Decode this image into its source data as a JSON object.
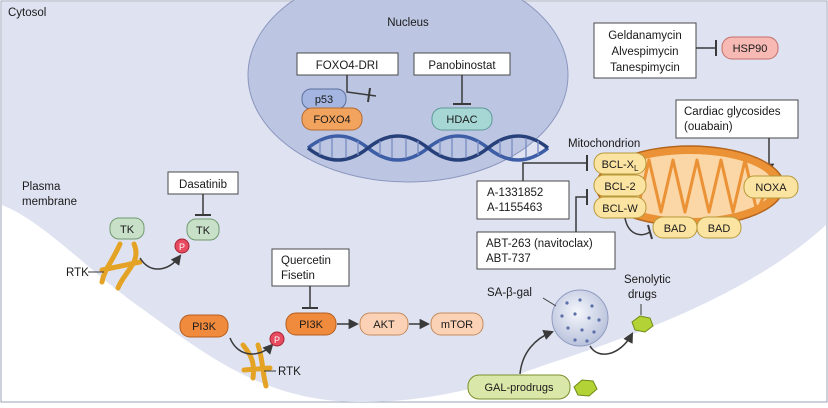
{
  "regions": {
    "cytosol": "Cytosol",
    "nucleus": "Nucleus",
    "plasma_membrane": [
      "Plasma",
      "membrane"
    ],
    "mitochondrion": "Mitochondrion"
  },
  "drugs": {
    "foxo4_dri": "FOXO4-DRI",
    "panobinostat": "Panobinostat",
    "hsp90_inhibitors": [
      "Geldanamycin",
      "Alvespimycin",
      "Tanespimycin"
    ],
    "cardiac_glycosides": [
      "Cardiac glycosides",
      "(ouabain)"
    ],
    "dasatinib": "Dasatinib",
    "a_compounds": [
      "A-1331852",
      "A-1155463"
    ],
    "abt_compounds": [
      "ABT-263 (navitoclax)",
      "ABT-737"
    ],
    "quercetin_fisetin": [
      "Quercetin",
      "Fisetin"
    ],
    "gal_prodrugs": "GAL-prodrugs"
  },
  "nodes": {
    "p53": "p53",
    "foxo4": "FOXO4",
    "hdac": "HDAC",
    "hsp90": "HSP90",
    "bcl_xl": "BCL-X",
    "bcl_xl_sub": "L",
    "bcl_2": "BCL-2",
    "bcl_w": "BCL-W",
    "bad_1": "BAD",
    "bad_2": "BAD",
    "noxa": "NOXA",
    "tk_receptor": "TK",
    "tk_active": "TK",
    "rtk_1": "RTK",
    "rtk_2": "RTK",
    "phospho_1": "P",
    "phospho_2": "P",
    "pi3k_receptor": "PI3K",
    "pi3k_active": "PI3K",
    "akt": "AKT",
    "mtor": "mTOR",
    "sa_beta_gal": "SA-β-gal",
    "senolytic_drugs": [
      "Senolytic",
      "drugs"
    ]
  },
  "colors": {
    "cytosol_bg": "#dfe3f1",
    "nucleus_bg": "#bcc6e2",
    "green_node": "#c8dfc8",
    "orange_node": "#f08a3c",
    "peach_node": "#fbd2b6",
    "yellow_node": "#fbe3a2",
    "pink_node": "#f6b9b4",
    "blue_node": "#a3b5e0",
    "teal_node": "#a7d7d5",
    "phospho": "#e84a5f",
    "mito_orange": "#ea9235",
    "receptor": "#e4a325",
    "hexagon": "#b2d235"
  }
}
